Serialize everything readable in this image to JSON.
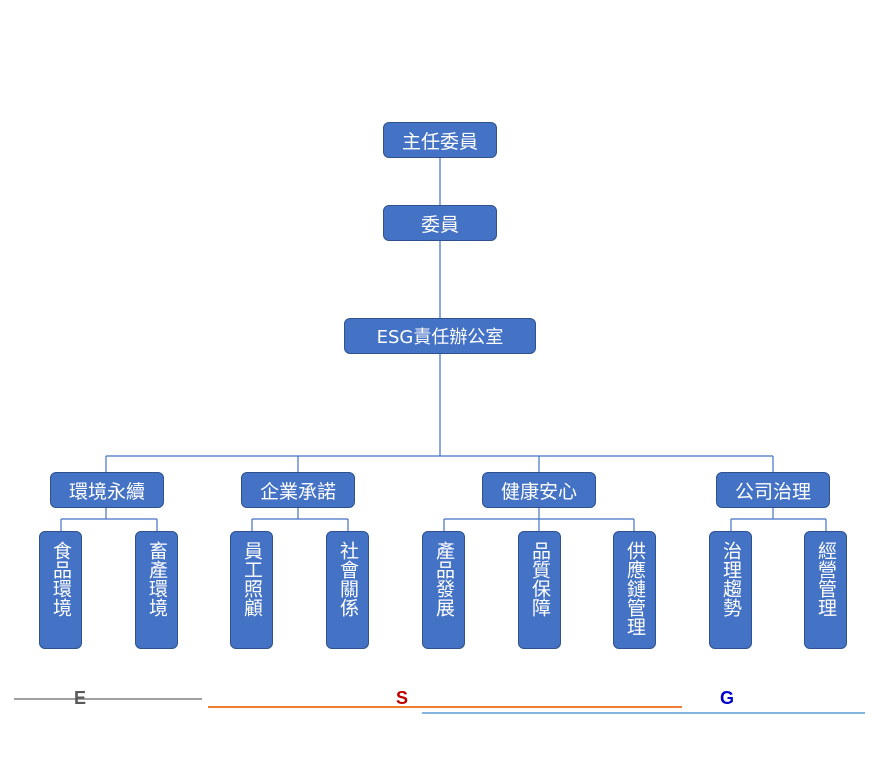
{
  "top": {
    "chair": "主任委員",
    "member": "委員",
    "office": "ESG責任辦公室"
  },
  "categories": [
    {
      "label": "環境永續",
      "items": [
        "食品環境",
        "畜產環境"
      ]
    },
    {
      "label": "企業承諾",
      "items": [
        "員工照顧",
        "社會關係"
      ]
    },
    {
      "label": "健康安心",
      "items": [
        "產品發展",
        "品質保障",
        "供應鏈管理"
      ]
    },
    {
      "label": "公司治理",
      "items": [
        "治理趨勢",
        "經營管理"
      ]
    }
  ],
  "esg": [
    {
      "letter": "E",
      "color": "#595959",
      "line_color": "#808080"
    },
    {
      "letter": "S",
      "color": "#c00000",
      "line_color": "#ed7d31"
    },
    {
      "letter": "G",
      "color": "#0000cc",
      "line_color": "#5b9bd5"
    }
  ],
  "colors": {
    "box_fill": "#4472c4",
    "box_border": "#2f528f",
    "connector": "#4472c4"
  }
}
